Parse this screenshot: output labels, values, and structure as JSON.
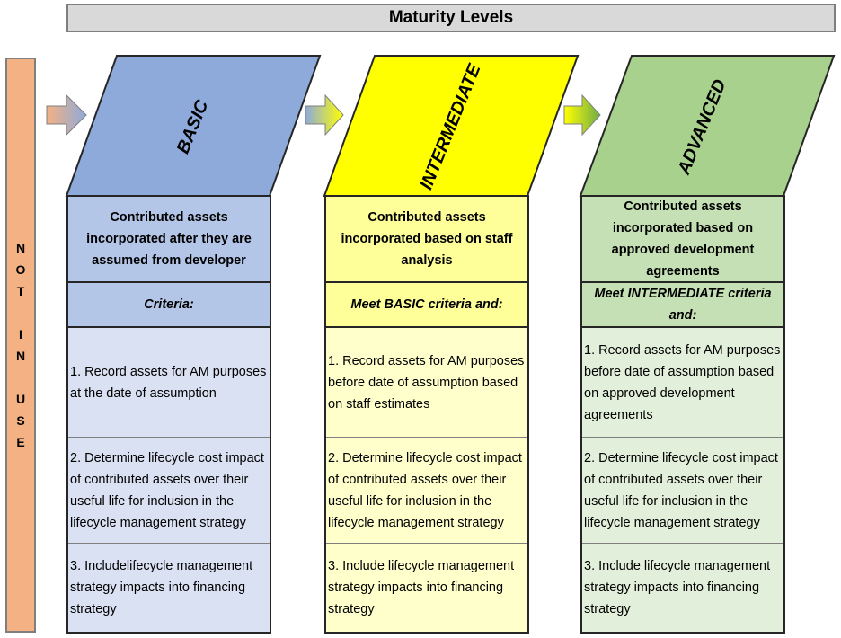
{
  "title": "Maturity Levels",
  "not_in_use": [
    "N",
    "O",
    "T",
    "",
    "I",
    "N",
    "",
    "U",
    "S",
    "E"
  ],
  "colors": {
    "basic_header": "#8eaadb",
    "basic_desc": "#b4c6e7",
    "basic_body": "#d9e1f2",
    "intermediate_header": "#ffff00",
    "intermediate_desc": "#ffff99",
    "intermediate_body": "#ffffcc",
    "advanced_header": "#a9d18e",
    "advanced_desc": "#c5e0b4",
    "advanced_body": "#e2efda",
    "not_in_use": "#f4b183"
  },
  "levels": [
    {
      "name": "BASIC",
      "description": "Contributed assets incorporated after they are assumed from developer",
      "criteria": "Criteria:",
      "items": [
        "1. Record assets for AM purposes at the date of assumption",
        "2. Determine lifecycle cost impact of contributed assets over their useful life for inclusion in the lifecycle management strategy",
        "3. Includelifecycle management strategy impacts into financing strategy"
      ]
    },
    {
      "name": "INTERMEDIATE",
      "description": "Contributed assets incorporated based on staff analysis",
      "criteria": "Meet BASIC criteria and:",
      "items": [
        "1. Record assets for AM purposes before date of assumption based on staff estimates",
        "2. Determine lifecycle cost impact of contributed assets over their useful life for inclusion in the lifecycle management strategy",
        "3. Include lifecycle management strategy impacts into financing strategy"
      ]
    },
    {
      "name": "ADVANCED",
      "description": "Contributed assets incorporated based on approved development agreements",
      "criteria": "Meet INTERMEDIATE criteria and:",
      "items": [
        "1. Record assets for AM purposes before date of assumption based on approved development agreements",
        "2. Determine lifecycle cost impact of contributed assets over their useful life for inclusion in the lifecycle management strategy",
        "3. Include lifecycle management strategy impacts into financing strategy"
      ]
    }
  ]
}
